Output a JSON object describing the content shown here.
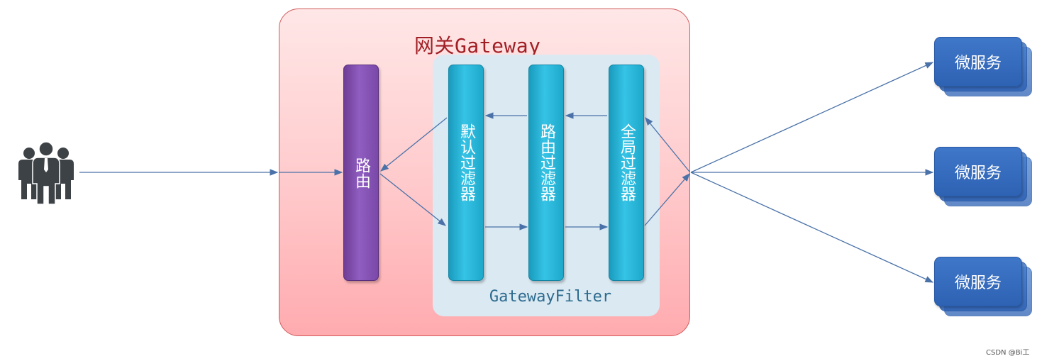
{
  "gateway": {
    "title": "网关Gateway"
  },
  "routing": {
    "label": "路由"
  },
  "filter_group": {
    "label": "GatewayFilter",
    "filters": [
      {
        "label": "默认过滤器"
      },
      {
        "label": "路由过滤器"
      },
      {
        "label": "全局过滤器"
      }
    ]
  },
  "services": [
    {
      "label": "微服务"
    },
    {
      "label": "微服务"
    },
    {
      "label": "微服务"
    }
  ],
  "watermark": "CSDN @Bi工",
  "colors": {
    "gateway_border": "#d05a5a",
    "gateway_title": "#a01f25",
    "routing_bar": "#7a48a8",
    "filter_bar": "#2bb5d8",
    "filter_box": "#dbe9f2",
    "service": "#2f63b5",
    "arrow": "#4a72a8",
    "users_icon": "#3d4246"
  },
  "icons": {
    "client": "users-group-icon"
  }
}
